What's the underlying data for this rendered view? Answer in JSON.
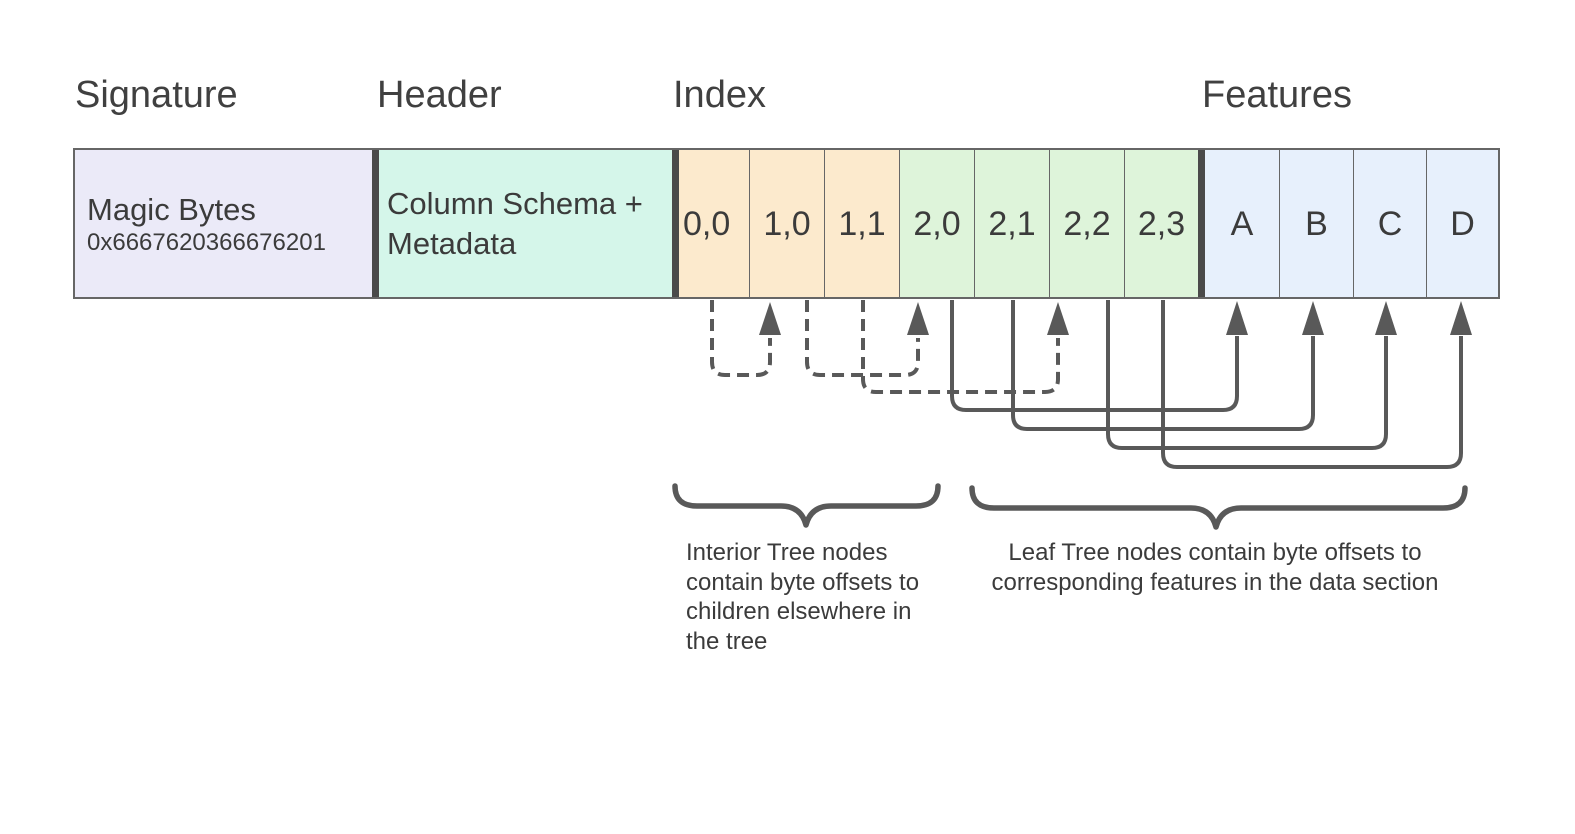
{
  "colors": {
    "background": "#ffffff",
    "border": "#666666",
    "divider": "#4a4a4a",
    "arrow": "#595959",
    "text": "#3b3b3b",
    "label_text": "#404040",
    "signature_fill": "#ebeaf8",
    "header_fill": "#d5f6ea",
    "interior_fill": "#fceacd",
    "leaf_fill": "#def4da",
    "feature_fill": "#e7f0fc"
  },
  "section_labels": {
    "signature": "Signature",
    "header": "Header",
    "index": "Index",
    "features": "Features"
  },
  "cells": {
    "signature_title": "Magic Bytes",
    "signature_hex": "0x6667620366676201",
    "header_text": "Column Schema + Metadata",
    "index": [
      "0,0",
      "1,0",
      "1,1",
      "2,0",
      "2,1",
      "2,2",
      "2,3"
    ],
    "features": [
      "A",
      "B",
      "C",
      "D"
    ]
  },
  "annotations": {
    "interior_note": "Interior Tree nodes\ncontain byte offsets to\nchildren elsewhere in\nthe tree",
    "leaf_note": "Leaf Tree nodes contain byte offsets to\ncorresponding features in the data section"
  }
}
